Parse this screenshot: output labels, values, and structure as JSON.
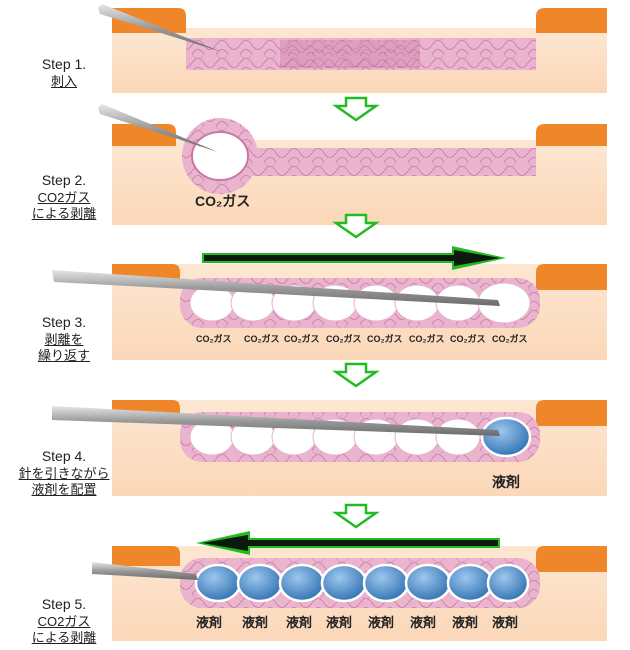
{
  "steps": [
    {
      "num": "Step 1.",
      "desc": [
        "刺入"
      ]
    },
    {
      "num": "Step 2.",
      "desc": [
        "CO2ガス",
        "による剥離"
      ]
    },
    {
      "num": "Step 3.",
      "desc": [
        "剥離を",
        "繰り返す"
      ]
    },
    {
      "num": "Step 4.",
      "desc": [
        "針を引きながら",
        "液剤を配置"
      ]
    },
    {
      "num": "Step 5.",
      "desc": [
        "CO2ガス",
        "による剥離"
      ]
    }
  ],
  "bubble_labels": {
    "co2": "CO₂ガス",
    "co2_small": "CO₂ガス",
    "agent": "液剤"
  },
  "colors": {
    "skin": "#fde3cc",
    "epidermis": "#f08a2e",
    "tissue": "#e8a8c8",
    "fiber": "#c0709c",
    "arrow_down": "#22bb22",
    "arrow_fill": "#0c1a0c",
    "liquid": "#3f86c8"
  }
}
